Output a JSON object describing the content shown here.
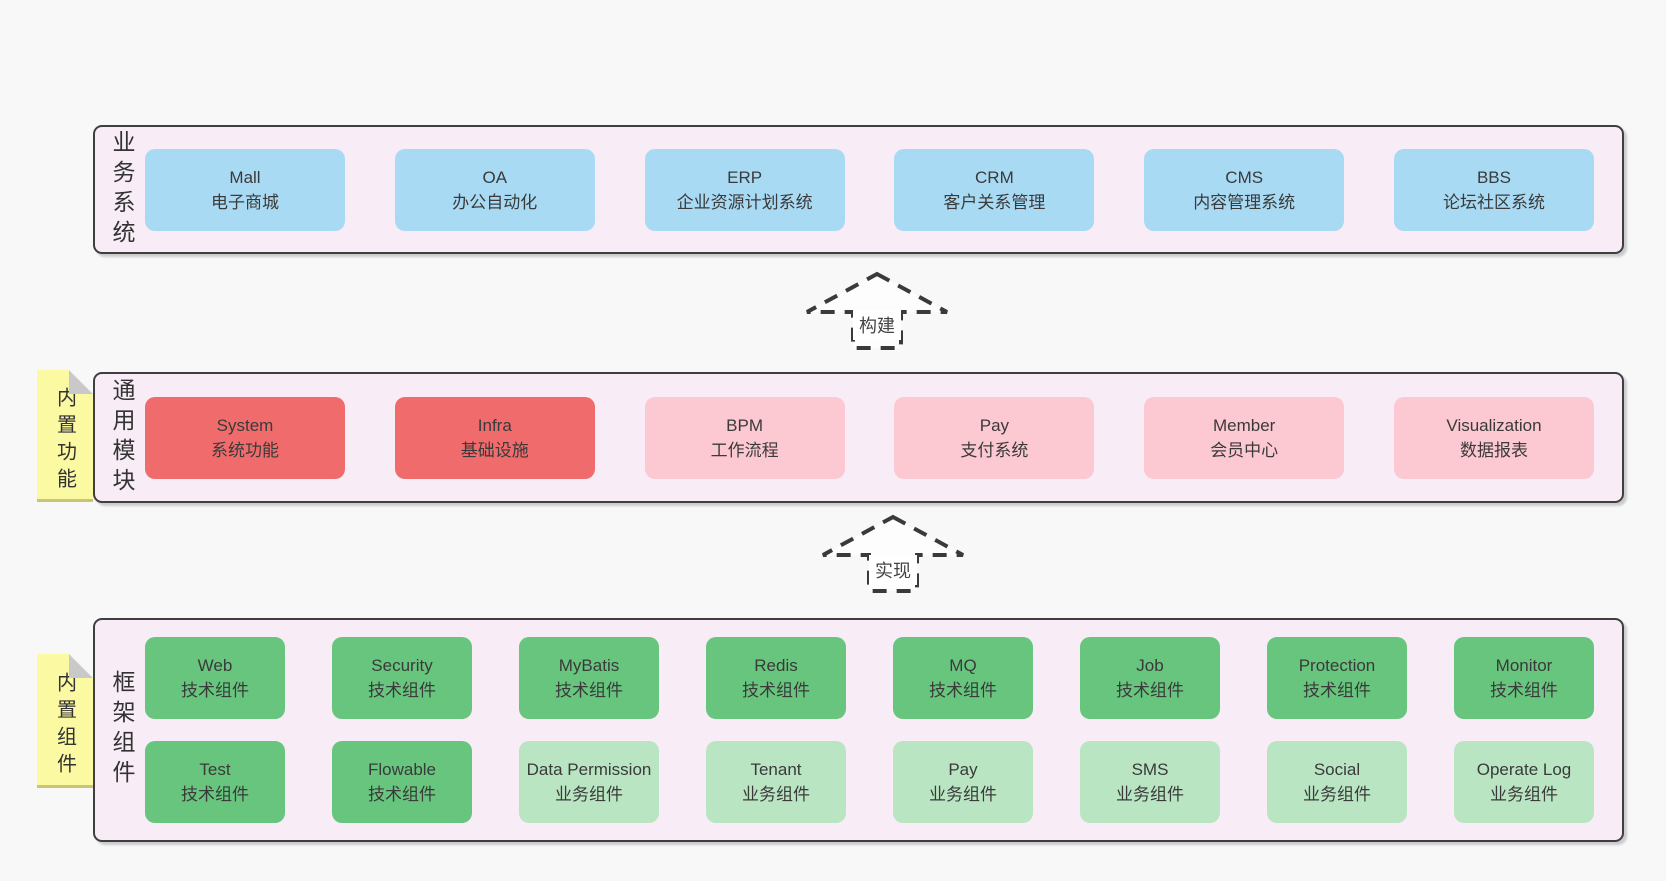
{
  "colors": {
    "page_bg": "#f8f8f8",
    "container_bg": "#f8edf6",
    "container_border": "#3f3f3f",
    "box_blue": "#a9daf3",
    "box_red": "#f06b6b",
    "box_pink": "#fcc8d1",
    "box_green": "#67c57d",
    "box_lightgreen": "#bae5c3",
    "note_yellow": "#fbf9a1",
    "note_fold_gray": "#c9c9c9",
    "text": "#3a3a3a"
  },
  "layers": [
    {
      "label": "业务系统",
      "rows": [
        {
          "boxes": [
            {
              "title": "Mall",
              "subtitle": "电子商城",
              "type": "blue"
            },
            {
              "title": "OA",
              "subtitle": "办公自动化",
              "type": "blue"
            },
            {
              "title": "ERP",
              "subtitle": "企业资源计划系统",
              "type": "blue"
            },
            {
              "title": "CRM",
              "subtitle": "客户关系管理",
              "type": "blue"
            },
            {
              "title": "CMS",
              "subtitle": "内容管理系统",
              "type": "blue"
            },
            {
              "title": "BBS",
              "subtitle": "论坛社区系统",
              "type": "blue"
            }
          ]
        }
      ]
    },
    {
      "label": "通用模块",
      "note": "内置功能",
      "rows": [
        {
          "boxes": [
            {
              "title": "System",
              "subtitle": "系统功能",
              "type": "red"
            },
            {
              "title": "Infra",
              "subtitle": "基础设施",
              "type": "red"
            },
            {
              "title": "BPM",
              "subtitle": "工作流程",
              "type": "pink"
            },
            {
              "title": "Pay",
              "subtitle": "支付系统",
              "type": "pink"
            },
            {
              "title": "Member",
              "subtitle": "会员中心",
              "type": "pink"
            },
            {
              "title": "Visualization",
              "subtitle": "数据报表",
              "type": "pink"
            }
          ]
        }
      ]
    },
    {
      "label": "框架组件",
      "note": "内置组件",
      "rows": [
        {
          "boxes": [
            {
              "title": "Web",
              "subtitle": "技术组件",
              "type": "green"
            },
            {
              "title": "Security",
              "subtitle": "技术组件",
              "type": "green"
            },
            {
              "title": "MyBatis",
              "subtitle": "技术组件",
              "type": "green"
            },
            {
              "title": "Redis",
              "subtitle": "技术组件",
              "type": "green"
            },
            {
              "title": "MQ",
              "subtitle": "技术组件",
              "type": "green"
            },
            {
              "title": "Job",
              "subtitle": "技术组件",
              "type": "green"
            },
            {
              "title": "Protection",
              "subtitle": "技术组件",
              "type": "green"
            },
            {
              "title": "Monitor",
              "subtitle": "技术组件",
              "type": "green"
            }
          ]
        },
        {
          "boxes": [
            {
              "title": "Test",
              "subtitle": "技术组件",
              "type": "green"
            },
            {
              "title": "Flowable",
              "subtitle": "技术组件",
              "type": "green"
            },
            {
              "title": "Data Permission",
              "subtitle": "业务组件",
              "type": "lightgreen"
            },
            {
              "title": "Tenant",
              "subtitle": "业务组件",
              "type": "lightgreen"
            },
            {
              "title": "Pay",
              "subtitle": "业务组件",
              "type": "lightgreen"
            },
            {
              "title": "SMS",
              "subtitle": "业务组件",
              "type": "lightgreen"
            },
            {
              "title": "Social",
              "subtitle": "业务组件",
              "type": "lightgreen"
            },
            {
              "title": "Operate Log",
              "subtitle": "业务组件",
              "type": "lightgreen"
            }
          ]
        }
      ]
    }
  ],
  "arrows": [
    {
      "label": "构建"
    },
    {
      "label": "实现"
    }
  ]
}
